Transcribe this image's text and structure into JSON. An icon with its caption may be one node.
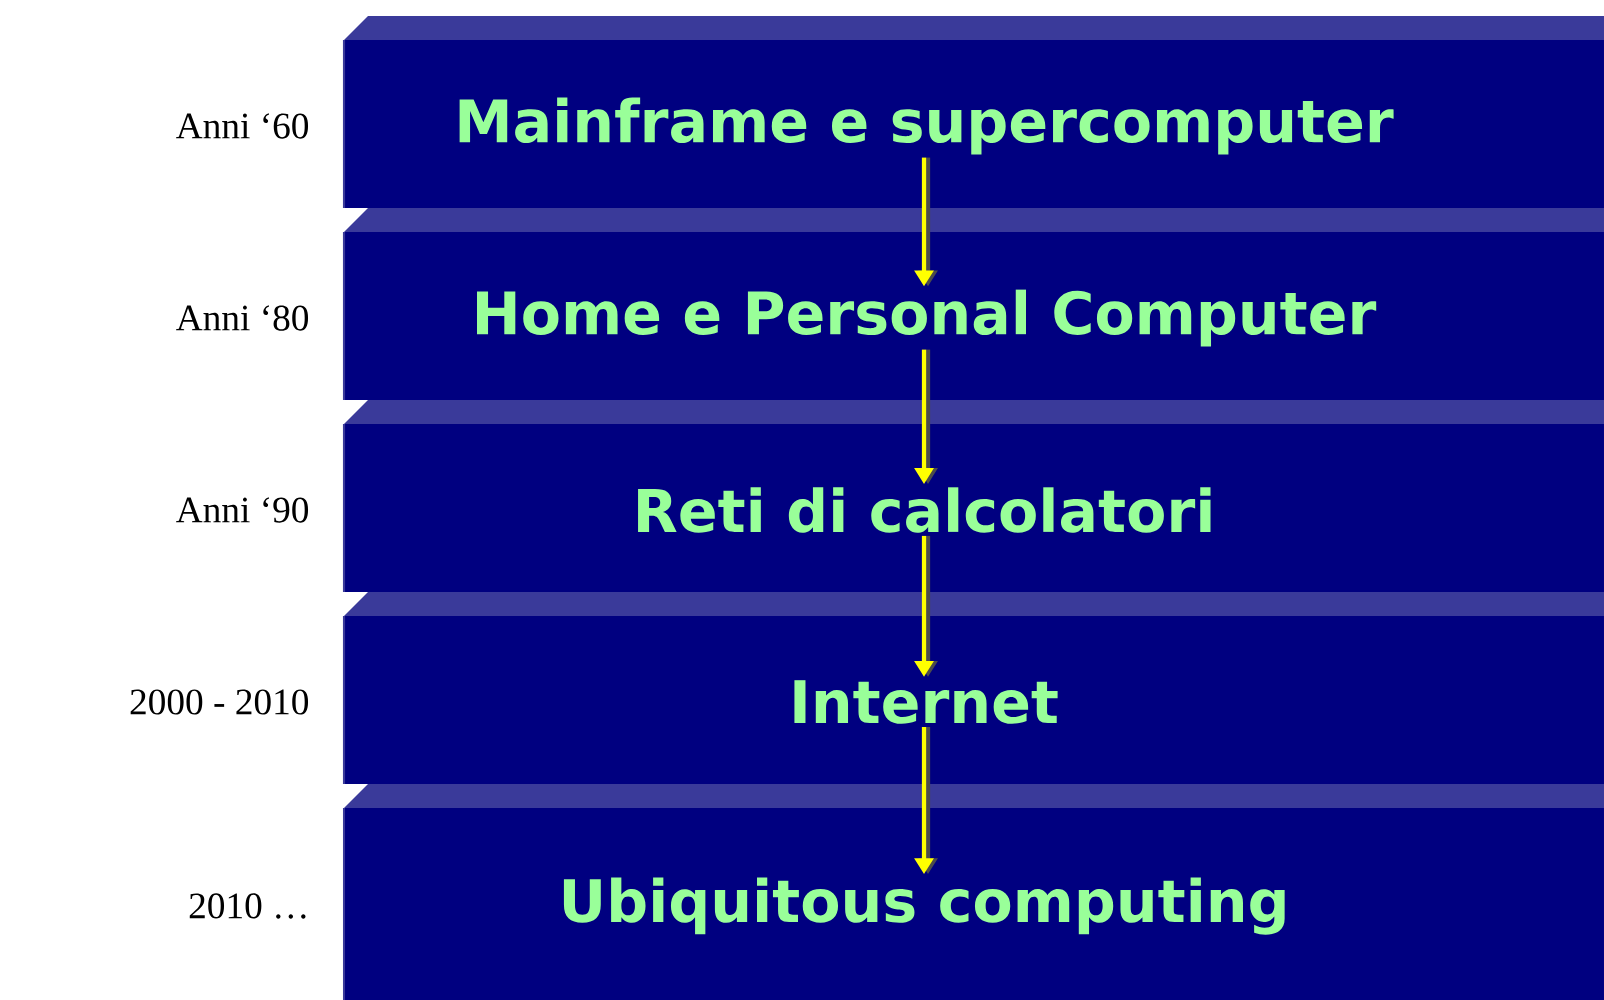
{
  "diagram": {
    "nodes": [
      {
        "text": [
          "Mainframe e supercomputer"
        ],
        "beside": [
          "Anni ‘60"
        ]
      },
      {
        "text": [
          "Home e Personal Computer"
        ],
        "beside": [
          "Anni ‘80"
        ]
      },
      {
        "text": [
          "Reti di calcolatori"
        ],
        "beside": [
          "Anni ‘90"
        ]
      },
      {
        "text": [
          "Internet"
        ],
        "beside": [
          "2000 - 2010"
        ]
      },
      {
        "text": [
          "Ubiquitous computing"
        ],
        "beside": [
          "2010 …"
        ]
      }
    ],
    "edges": [
      {
        "from": 0,
        "to": 1,
        "arrow": "to"
      },
      {
        "from": 1,
        "to": 2,
        "arrow": "to"
      },
      {
        "from": 2,
        "to": 3,
        "arrow": "to"
      },
      {
        "from": 3,
        "to": 4,
        "arrow": "to"
      }
    ]
  }
}
